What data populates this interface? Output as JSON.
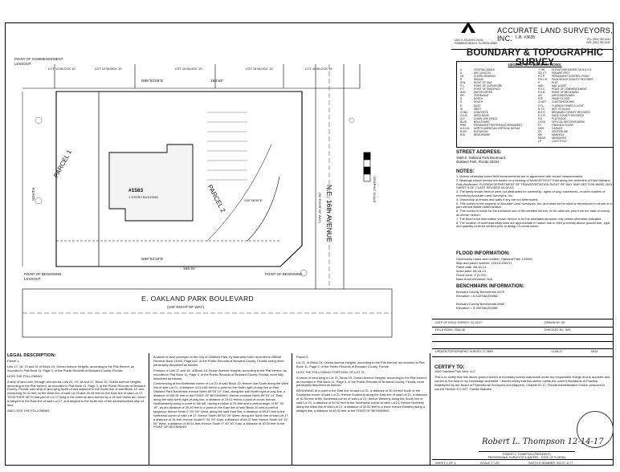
{
  "company": {
    "name": "ACCURATE LAND SURVEYORS, INC.",
    "license": "L.B. #3635",
    "address_line1": "1150 E. ATLANTIC BLVD.",
    "address_line2": "POMPANO BEACH, FLORIDA 33060",
    "tel": "TEL: (954) 782-1441",
    "fax": "FAX: (954) 782-1442"
  },
  "survey_title": "BOUNDARY & TOPOGRAPHIC SURVEY",
  "legend": {
    "title": "LEGEND OF ABBREVIATIONS:",
    "left": [
      [
        "Δ",
        "CENTRAL ANGLE"
      ],
      [
        "A",
        "ARC LENGTH"
      ],
      [
        "CB",
        "CHORD BEARING"
      ],
      [
        "R",
        "RADIUS"
      ],
      [
        "R/W",
        "RIGHT OF WAY"
      ],
      [
        "P.C.",
        "POINT OF CURVATURE"
      ],
      [
        "P.T.",
        "POINT OF TANGENCY"
      ],
      [
        "W.M.",
        "WATER METER"
      ],
      [
        "OH",
        "OVERHANG"
      ],
      [
        "N",
        "NORTH"
      ],
      [
        "S",
        "SOUTH"
      ],
      [
        "E",
        "EAST"
      ],
      [
        "W",
        "WEST"
      ],
      [
        "CONC.",
        "CONCRETE"
      ],
      [
        "O.R.B.",
        "DEED BOOK"
      ],
      [
        "CLF",
        "CHAIN LINK FENCE"
      ],
      [
        "BLVD.",
        "BOULEVARD"
      ],
      [
        "PRM",
        "PERMANENT REFERENCE MONUMENT"
      ],
      [
        "N.A.V.D.",
        "NORTH AMERICAN VERTICAL DATUM"
      ],
      [
        "ELEV.",
        "ELEVATION"
      ],
      [
        "B.M.",
        "BENCHMARK"
      ]
    ],
    "right": [
      [
        "+7.96",
        "ELEVATIONS BASED ON N.A.V.D."
      ],
      [
        "SQ. FT.",
        "SQUARE FEET"
      ],
      [
        "P.C.P.",
        "PERMANENT CONTROL POINT"
      ],
      [
        "P.B.C.R.",
        "PALM BEACH COUNTY RECORDS"
      ],
      [
        "P.",
        "PLAT"
      ],
      [
        "N&D",
        "NAIL & DISC"
      ],
      [
        "P.O.C.",
        "POINT OF COMMENCEMENT"
      ],
      [
        "P.O.B.",
        "POINT OF BEGINNING"
      ],
      [
        "A/C",
        "AIR CONDITIONER"
      ],
      [
        "FFE",
        "FINISH FLOOR"
      ],
      [
        "CHATT",
        "CHATTAHOOCHEE"
      ],
      [
        "F.P.L.",
        "FLORIDA POWER & LIGHT"
      ],
      [
        "N.T.S.",
        "NOT TO SCALE"
      ],
      [
        "B.C.R.",
        "BROWARD COUNTY RECORDS"
      ],
      [
        "D.C.R.",
        "DADE COUNTY RECORDS"
      ],
      [
        "P.B.",
        "PLAT BOOK"
      ],
      [
        "O.R.B.",
        "OFFICIAL RECORDS BOOK"
      ],
      [
        "F.F.",
        "FINISHED FLOOR"
      ],
      [
        "GAR.",
        "GARAGE"
      ],
      [
        "C/L",
        "CENTERLINE"
      ],
      [
        "MH",
        "MANHOLE"
      ],
      [
        "MEAS.",
        "MEASURED"
      ],
      [
        "LP.",
        "LIGHT POLE"
      ]
    ]
  },
  "street_address": {
    "title": "STREET ADDRESS:",
    "line1": "1583 E. Oakland Park Boulevard",
    "line2": "Oakland Park, Florida 33334"
  },
  "notes": {
    "title": "NOTES:",
    "items": [
      "1. Unless otherwise noted field measurements are in agreement with record measurements.",
      "2. Bearings shown hereon are based on a bearing of North 89°53'10\" East along the centerline of East Oakland Park Boulevard, FLORIDA DEPARTMENT OF TRANSPORTATION RIGHT OF WAY MAP SECTION 86090-2501 SHEET 5 OF 7 LAST REVISED 04-02-03.",
      "3. The lands shown hereon were not abstracted for ownership, rights of way, easements, or other matters of records by Accurate Land Surveyors, Inc.",
      "4. Ownership of fences and walls if any are not determined.",
      "5. This survey is the property of Accurate Land Surveyors, Inc. and shall not be used or reproduced in whole or in part without written authorization.",
      "6. This survey is made for the exclusive use of the certified hereon, to be valid one year from the date of survey as shown hereon.",
      "7. The flood zone information shown hereon is for the dwellable structure only unless otherwise indicated.",
      "8. The location of overhead utility lines are approximate in nature due to their proximity above ground size, type and quantity must be verified prior to design or construction."
    ]
  },
  "flood": {
    "title": "FLOOD INFORMATION:",
    "lines": [
      "Community name and number: Oakland Park 120050",
      "Map and panel number: 12011C0367H",
      "Panel date: 08-18-14",
      "Index date: 08-18-14",
      "Flood zone: X (0.2%)",
      "Base flood elevation: N/A"
    ]
  },
  "benchmark": {
    "title": "BENCHMARK INFORMATION:",
    "lines": [
      "Broward County Benchmark #579",
      "Elevation = 6.433'NAVD1988",
      "",
      "Broward County Benchmark #580",
      "Elevation = 5.390'NAVD1988"
    ]
  },
  "field": {
    "date_label": "DATE OF FIELD SURVEY: 03-10-07",
    "drawn_label": "DRAWN BY: SP",
    "book_label": "FIELD BOOK: 2528-36",
    "checked_label": "CHECKED BY: JMS"
  },
  "revision": {
    "text": "UPDATE/TOPOGRAPHIC SURVEY 17-2869",
    "date": "12-08-17",
    "by": "MLM"
  },
  "sheet": {
    "sheet": "SHEET 1 OF 1",
    "scale": "SCALE 1\"=20'",
    "sketch": "SKETCH NUMBER: SU-07-1177"
  },
  "legal": {
    "title": "LEGAL DESCRIPTION:",
    "parcel1_head": "Parcel 1;",
    "parcel1": "Lots 17, 18, 19 and 20 of Block 19, Ocean Avenue Heights, according to the Plat thereof, as recorded in Plat Book 11, Page 3, of the Public Records of Broward County, Florida.",
    "less": "LESS THE FOLLOWING:",
    "strip": "A strip of land over, through and across Lots 20, 19, 18 and 17, Block 19, Ocean Avenue Heights, according to the Plat thereof, as recorded in Plat Book 11, Page 3, of the Public Records of Broward County, Florida, said strip of land lying North of and adjacent to the South line of said Block 19, and measuring 30.41 feet on the West line of said Lot 20 and 30.46 feet on the East line of said Lot 17; TOGETHER WITH that part of Lot 17 lying in the external area formed by a 25 foot radius arc, which is tangent to the East line of said Lot 17, and tangent to the North line of the aforedescribed strip of land.",
    "and_less": "AND LESS THE FOLLOWING:"
  },
  "panel2": {
    "p1": "A parcel of land conveyed to the City of Oakland Park, by Warranty Deed recorded in Official Records Book 11902, Page 642, of the Public Records of Broward County, Florida, being more particularly described as follows:",
    "p2": "Portions of Lots 17 and 18, of Block 19, Ocean Avenue Heights, according to the Plat thereof, as recorded in Plat Book 11, Page 3, of the Public Records of Broward County, Florida, more fully described as follows:",
    "p3": "Commencing at the Northeast corner of Lot 21 of said Block 19; thence due South along the West line of said Lot 21, a distance of 114.65 feet to a point on the North right-of-way line of East Oakland Park Boulevard; thence North 89°53' 10\" East, along the said North right-of-way line, a distance of 158.91 feet to the POINT OF BEGINNING; thence continue North 89°53' 10\" East, along the said North right-of-way line, a distance of 25.01 feet to a point of curve; thence Northwesterly along a curve to the left, having a radius of 25 feet and a central angle of 90° 02' 19\", an arc distance of 39.29 feet to a point on the East line of said Block 19 and a point of tangency; thence North 0° 00' 09\" West, along the said East line, a distance of 89.57 feet to the Northeast corner of said Lot 17; thence South 89°54' 09\" West, along the North line of said Lot 17, a distance of 15 feet; thence South 0° 00' 09\" East, a distance of 69.57 feet; thence South 44° 52' 00\" West, a distance of 49.51 feet; thence South 0° 00' 50\" East, a distance of 10.00 feet to the POINT OF BEGINNING."
  },
  "panel3": {
    "head": "Parcel 2:",
    "p1": "Lot 21, of Block 19, Ocean Avenue Heights, according to the Plat thereof, as recorded in Plat Book 11, Page 3, of the Public Records of Broward County, Florida.",
    "less": "LESS THE FOLLOWING PORTIONS OF LOT 21:",
    "p2": "A parcel of land lying in Lot 21, Block 19, Ocean Avenue Heights, according to the Plat thereof, as recorded in Plat Book 11, Page 3, of the Public Records of Broward County, Florida, more particularly described as follows:",
    "p3": "BEGINNING at a point in the East line of said Lot 21, a distance of 30.54 feet North of the Southeast corner of said Lot 21; thence Southerly along the East line of said Lot 21, a distance of 30.54 feet to the Southeast corner of said Lot 21; thence Westerly along the South line of said Lot 21, a distance of 40.02 feet to the Southwest corner of said Lot 21; thence Northerly along the West line of said Lot 21, a distance of 30.52 feet to a point; thence Easterly along a straight line, a distance of 40.02 feet to the POINT OF BEGINNING."
  },
  "certify": {
    "title": "CERTIFY TO:",
    "to": "1583 Oakland Park Blvd. LLC",
    "text": "This is to certify that this above ground sketch of boundary survey was made under my responsible charge and is accurate and correct to the best of my knowledge and belief. I further certify that this sketch meets the current Standards of Practice, established by the Board of Professional Surveyors and Mappers, Chapter 5J-17, Florida Administrative Codes, pursuant to current Section 472.027, Florida Statutes.",
    "signature": "Robert L. Thompson 12-14-17",
    "signer": "ROBERT L. THOMPSON (PRESIDENT)",
    "signer_line2": "PROFESSIONAL SURVEYOR & MAPPER - STATE OF FLORIDA"
  },
  "drawing": {
    "poc": "POINT OF COMMENCEMENT",
    "lessout": "LESSOUT",
    "bearing_top": "N89°54'09\"E",
    "dist_top": "193.63'",
    "parcel1": "PARCEL 1",
    "parcel2": "PARCEL 2",
    "bldg_num": "#1583",
    "bldg_desc": "1 STORY BUILDING",
    "street_road": "E. OAKLAND PARK BOULEVARD",
    "row": "(100' RIGHT OF WAY)",
    "ave": "N.E. 16th AVENUE",
    "ave_row": "(50' RIGHT OF WAY)",
    "bearing_bottom": "N89°53'10\"E",
    "dist_bottom": "158.91'",
    "pob_left": "POINT OF BEGINNING",
    "pob_right": "POINT OF BEGINNING",
    "graphic_scale": "GRAPHIC SCALE",
    "lot_labels": [
      "LOT 13 BLOCK 19",
      "LOT 14 BLOCK 19",
      "LOT 15 BLOCK 19",
      "LOT 16 BLOCK 19",
      "LOT 12 BLOCK 19"
    ],
    "south": "SOUTH",
    "arc": "S00°06'50\"E"
  }
}
